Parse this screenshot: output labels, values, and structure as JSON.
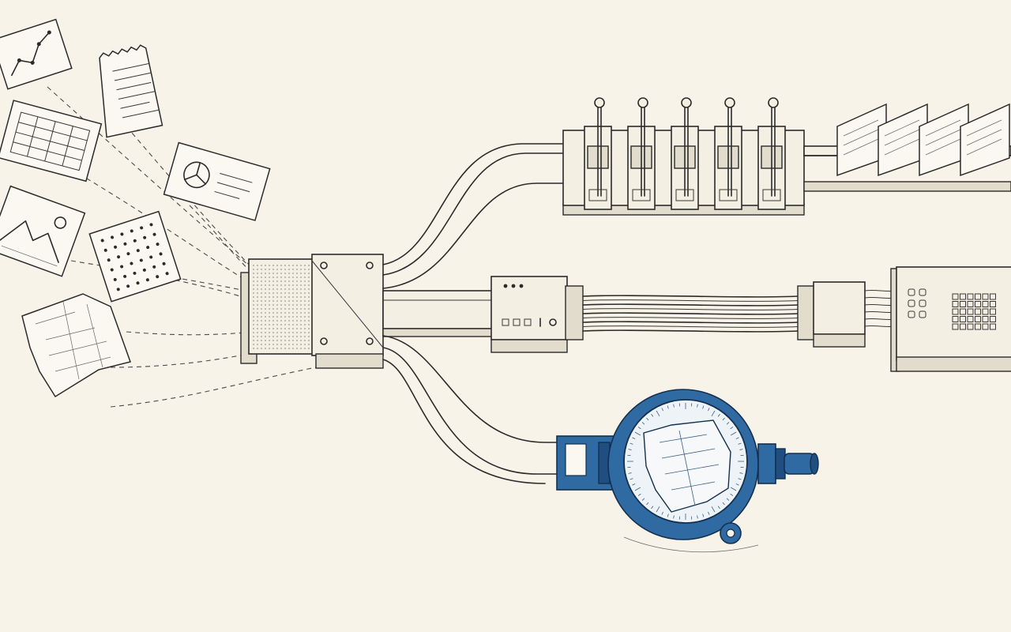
{
  "colors": {
    "paper_background": "#f8f3e8",
    "ink": "#2b2b2b",
    "accent_blue": "#2f6aa3"
  },
  "illustration": {
    "input_icons": [
      "line-chart-sheet",
      "receipt-sheet",
      "table-sheet",
      "pie-chart-card",
      "image-sheet",
      "dot-grid-sheet",
      "crumpled-note"
    ],
    "hub_connector": "hub-connector",
    "branches": [
      "switch-bank",
      "cable-bundle",
      "inspection-gauge"
    ],
    "switch_count": 5,
    "output_cards": 4
  }
}
